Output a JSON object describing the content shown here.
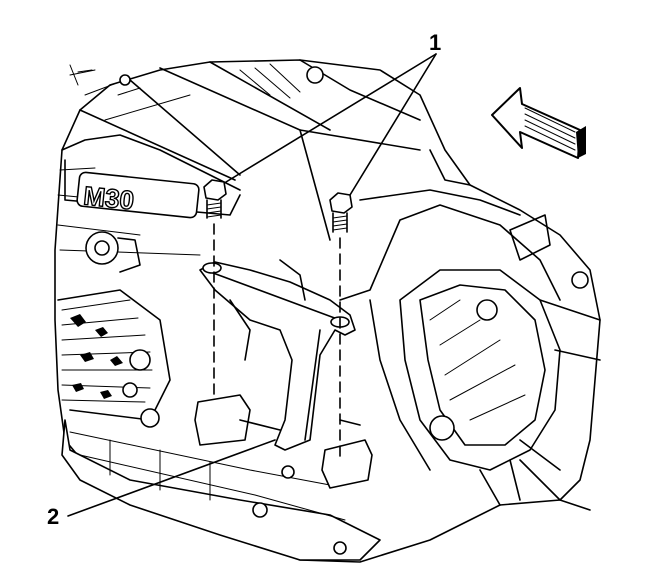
{
  "callouts": [
    {
      "id": "1",
      "label": "1"
    },
    {
      "id": "2",
      "label": "2"
    }
  ],
  "case_marking": "M30",
  "icons": [
    "direction-arrow-icon"
  ]
}
